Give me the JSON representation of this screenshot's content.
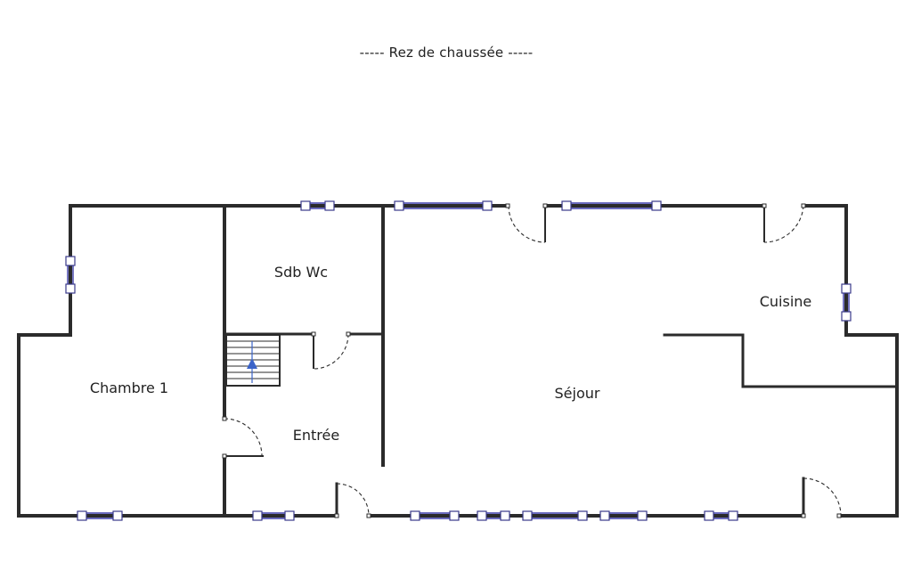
{
  "title": "-----  Rez de chaussée  -----",
  "rooms": {
    "chambre": "Chambre 1",
    "sdb": "Sdb Wc",
    "entree": "Entrée",
    "sejour": "Séjour",
    "cuisine": "Cuisine"
  },
  "colors": {
    "wall": "#2b2b2b",
    "window": "#3a3aa8",
    "stair_arrow": "#3b63c8"
  }
}
